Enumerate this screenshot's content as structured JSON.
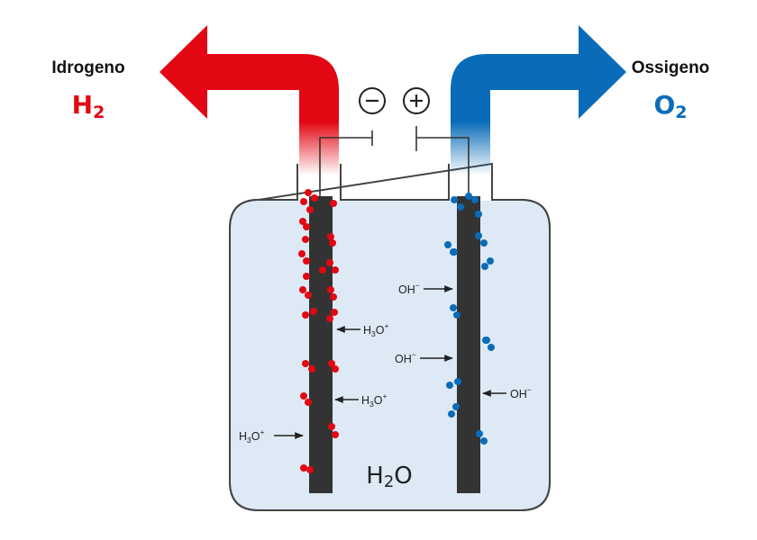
{
  "colors": {
    "hydrogen": "#e30613",
    "oxygen": "#0a6cb8",
    "electrolyte": "#dde9f4",
    "electrode": "#333333",
    "outline": "#444444"
  },
  "left_product": {
    "name": "Idrogeno",
    "symbol": "H",
    "subscript": "2"
  },
  "right_product": {
    "name": "Ossigeno",
    "symbol": "O",
    "subscript": "2"
  },
  "terminals": {
    "negative": "−",
    "positive": "+"
  },
  "electrolyte": {
    "symbol": "H",
    "subscript": "2",
    "tail": "O"
  },
  "ions": {
    "hydronium": {
      "base": "H",
      "sub": "3",
      "tail": "O",
      "sup": "+"
    },
    "hydroxide": {
      "base": "OH",
      "sup": "−"
    }
  },
  "icons": [
    "hydrogen-arrow-icon",
    "oxygen-arrow-icon",
    "minus-terminal-icon",
    "plus-terminal-icon"
  ]
}
